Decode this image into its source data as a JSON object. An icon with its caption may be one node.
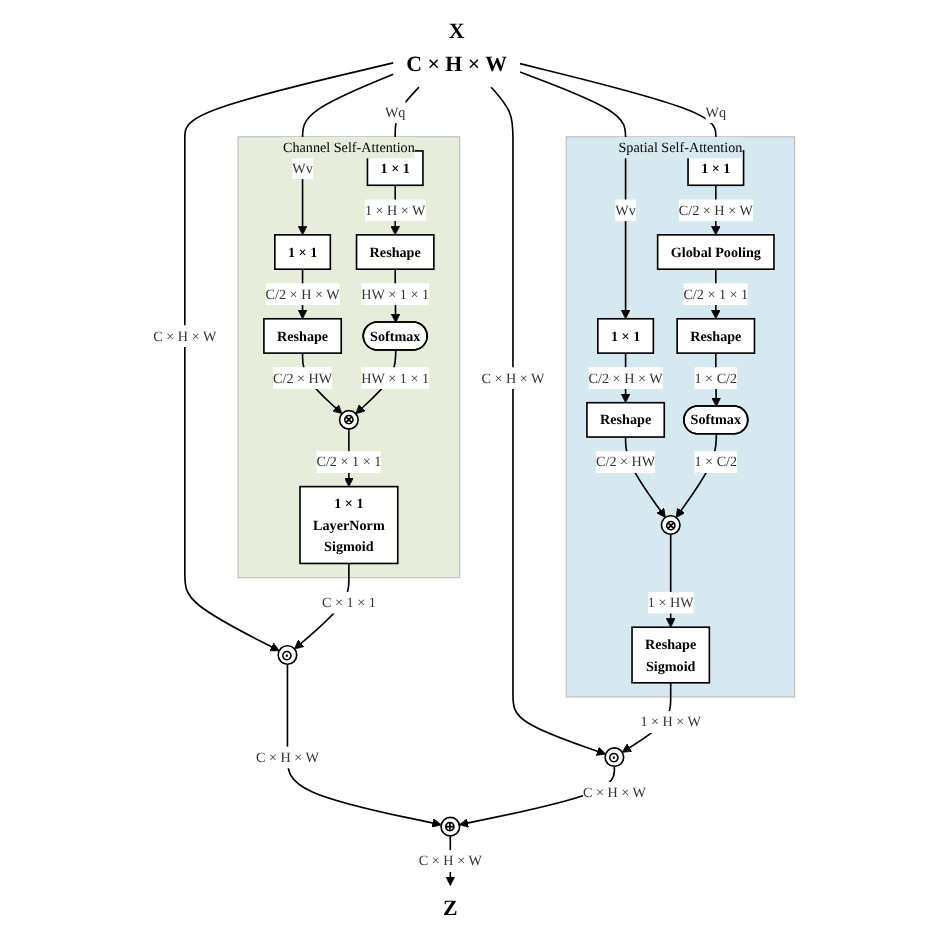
{
  "diagram": {
    "nodes": [
      {
        "text": [
          "X"
        ],
        "beside": [
          "C × H × W"
        ]
      },
      {
        "text": [
          "Channel Self-Attention"
        ]
      },
      {
        "text": [
          "Spatial Self-Attention"
        ]
      },
      {
        "text": [
          "1 × 1"
        ],
        "in": 1
      },
      {
        "text": [
          "1 × 1"
        ],
        "in": 1
      },
      {
        "text": [
          "Reshape"
        ],
        "in": 1
      },
      {
        "text": [
          "Reshape"
        ],
        "in": 1
      },
      {
        "text": [
          "⊗"
        ],
        "in": 1
      },
      {
        "text": [
          "Softmax"
        ],
        "in": 1
      },
      {
        "text": [
          "1 × 1",
          "LayerNorm",
          "Sigmoid"
        ],
        "in": 1
      },
      {
        "text": [
          "⊙"
        ]
      },
      {
        "text": [
          "1 × 1"
        ],
        "in": 2
      },
      {
        "text": [
          "1 × 1"
        ],
        "in": 2
      },
      {
        "text": [
          "Global Pooling"
        ],
        "in": 2
      },
      {
        "text": [
          "Reshape"
        ],
        "in": 2
      },
      {
        "text": [
          "Reshape"
        ],
        "in": 2
      },
      {
        "text": [
          "Softmax"
        ],
        "in": 2
      },
      {
        "text": [
          "⊗"
        ],
        "in": 2
      },
      {
        "text": [
          "Reshape",
          "Sigmoid"
        ],
        "in": 2
      },
      {
        "text": [
          "⊙"
        ]
      },
      {
        "text": [
          "⊕"
        ]
      },
      {
        "text": [
          "Z"
        ]
      }
    ],
    "edges": [
      {
        "from": 0,
        "to": 3,
        "arrow": "to",
        "label": "Wv"
      },
      {
        "from": 0,
        "to": 4,
        "arrow": "to",
        "label": "Wq"
      },
      {
        "from": 0,
        "to": 10,
        "arrow": "to",
        "label": "C × H × W"
      },
      {
        "from": 0,
        "to": 19,
        "arrow": "to",
        "label": "C × H × W"
      },
      {
        "from": 0,
        "to": 11,
        "arrow": "to",
        "label": "Wq"
      },
      {
        "from": 0,
        "to": 12,
        "arrow": "to",
        "label": "Wv"
      },
      {
        "from": 3,
        "to": 5,
        "arrow": "to",
        "label": "C/2 × H × W"
      },
      {
        "from": 4,
        "to": 6,
        "arrow": "to",
        "label": "1 × H × W"
      },
      {
        "from": 5,
        "to": 7,
        "arrow": "to",
        "label": "C/2 × HW"
      },
      {
        "from": 6,
        "to": 8,
        "arrow": "to",
        "label": "HW × 1 × 1"
      },
      {
        "from": 8,
        "to": 7,
        "arrow": "to",
        "label": "HW × 1 × 1"
      },
      {
        "from": 7,
        "to": 9,
        "arrow": "to",
        "label": "C/2 × 1 × 1"
      },
      {
        "from": 9,
        "to": 10,
        "arrow": "to",
        "label": "C × 1 × 1"
      },
      {
        "from": 11,
        "to": 13,
        "arrow": "to",
        "label": "C/2 × H × W"
      },
      {
        "from": 12,
        "to": 15,
        "arrow": "to",
        "label": "C/2 × H × W"
      },
      {
        "from": 13,
        "to": 14,
        "arrow": "to",
        "label": "C/2 × 1 × 1"
      },
      {
        "from": 14,
        "to": 16,
        "arrow": "to",
        "label": "1 × C/2"
      },
      {
        "from": 15,
        "to": 17,
        "arrow": "to",
        "label": "C/2 × HW"
      },
      {
        "from": 16,
        "to": 17,
        "arrow": "to",
        "label": "1 × C/2"
      },
      {
        "from": 17,
        "to": 18,
        "arrow": "to",
        "label": "1 × HW"
      },
      {
        "from": 18,
        "to": 19,
        "arrow": "to",
        "label": "1 × H × W"
      },
      {
        "from": 10,
        "to": 20,
        "arrow": "to",
        "label": "C × H × W"
      },
      {
        "from": 19,
        "to": 20,
        "arrow": "to",
        "label": "C × H × W"
      },
      {
        "from": 20,
        "to": 21,
        "arrow": "to",
        "label": "C × H × W"
      }
    ]
  }
}
